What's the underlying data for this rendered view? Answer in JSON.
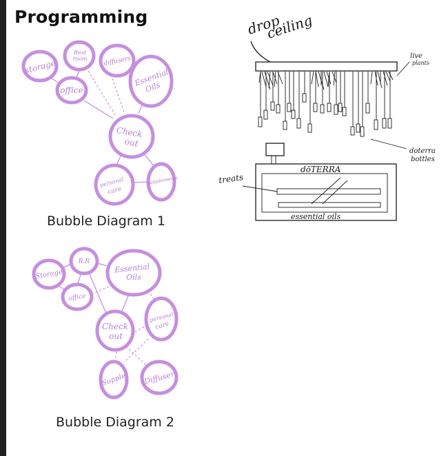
{
  "page": {
    "title": "Programming"
  },
  "diagram1": {
    "caption": "Bubble Diagram 1",
    "bubbles": {
      "storage": "storage",
      "restroom_line1": "Rest",
      "restroom_line2": "room",
      "diffusers": "diffusers",
      "essential_line1": "Essential",
      "essential_line2": "Oils",
      "office": "office",
      "checkout_line1": "Check",
      "checkout_line2": "out",
      "personal_line1": "personal",
      "personal_line2": "care",
      "supplements": "supplements"
    }
  },
  "diagram2": {
    "caption": "Bubble Diagram 2",
    "bubbles": {
      "storage": "Storage",
      "restroom": "R.R",
      "essential_line1": "Essential",
      "essential_line2": "Oils",
      "office": "office",
      "checkout_line1": "Check",
      "checkout_line2": "out",
      "personal_line1": "personal",
      "personal_line2": "care",
      "supplements": "Supple",
      "diffuser": "Diffuser"
    }
  },
  "sketch": {
    "drop_line1": "drop",
    "drop_line2": "ceiling",
    "live_line1": "live",
    "live_line2": "plants",
    "bottles_line1": "doterra",
    "bottles_line2": "bottles",
    "treats": "treats",
    "brand": "dōTERRA",
    "essential_oils": "essential oils"
  },
  "colors": {
    "bubble": "#c58fe0",
    "label": "#b47fd2",
    "ink": "#1a1a1a",
    "sidebar": "#1f1f1f"
  }
}
